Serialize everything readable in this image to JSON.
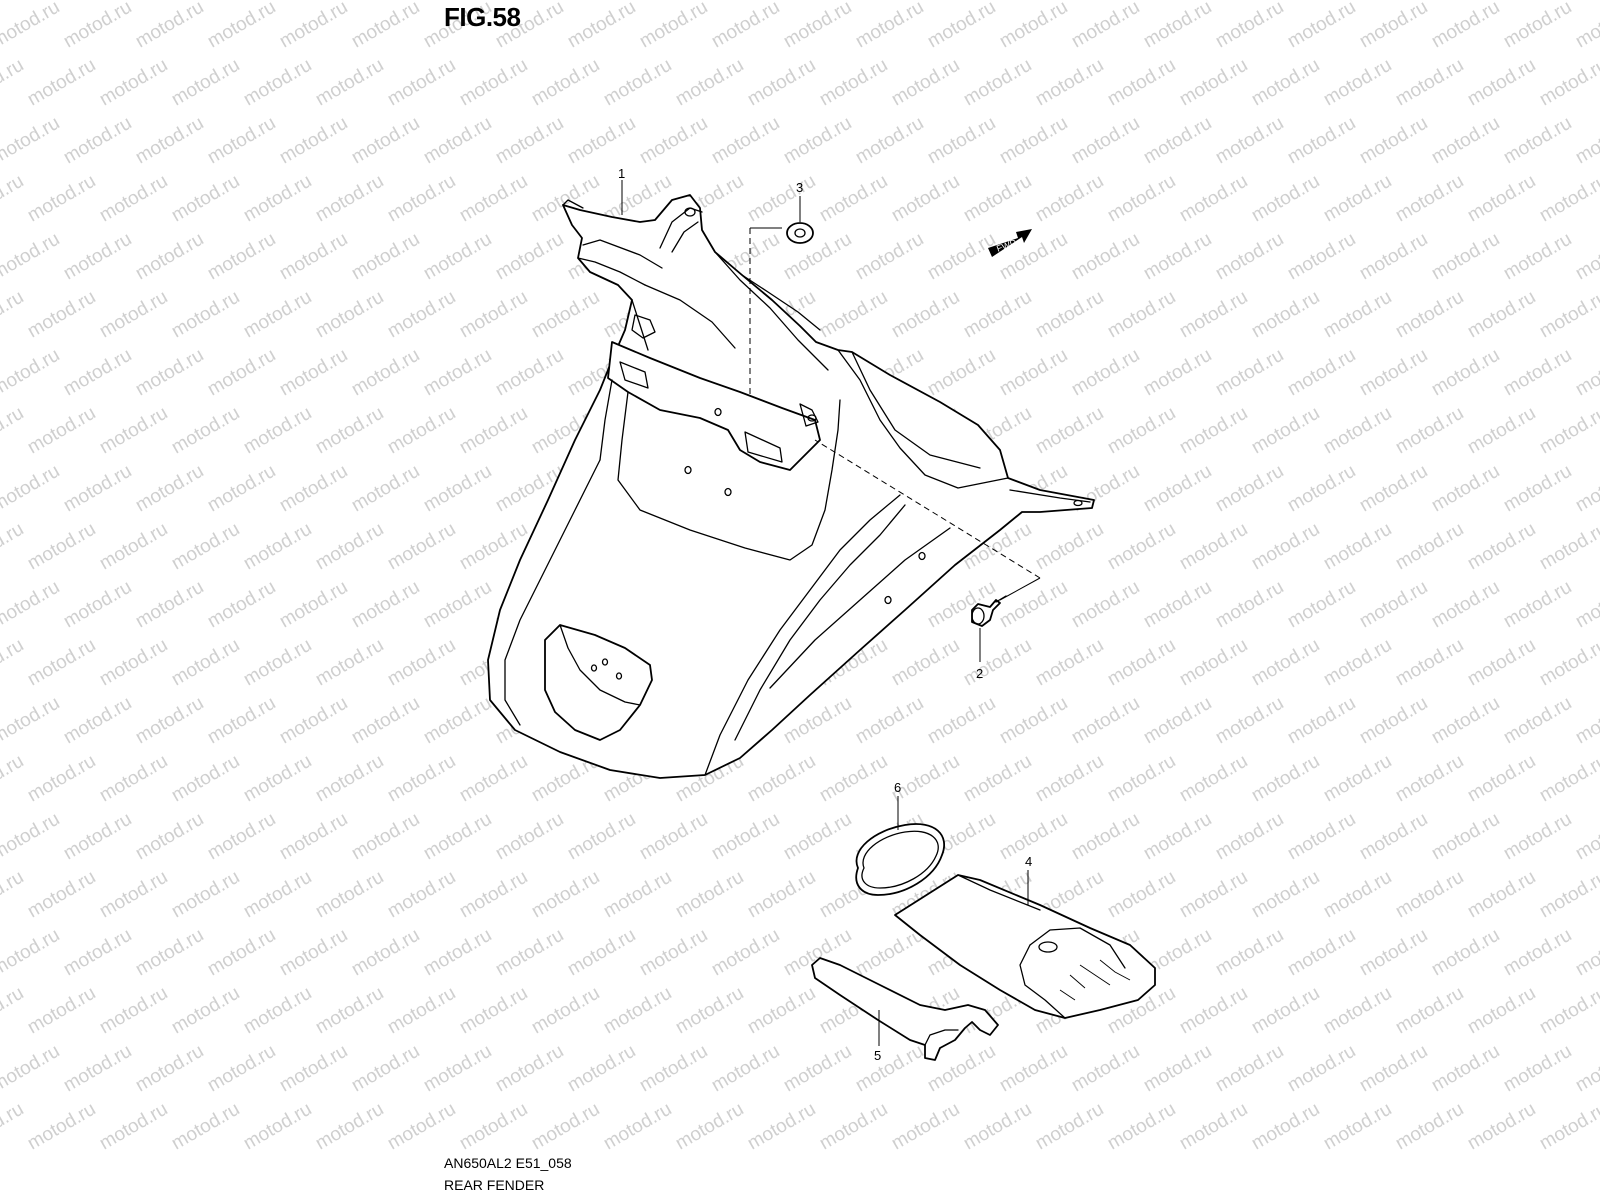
{
  "figure": {
    "title": "FIG.58",
    "diagram_code": "AN650AL2 E51_058",
    "name": "REAR FENDER"
  },
  "callouts": [
    {
      "id": "callout-1",
      "label": "1"
    },
    {
      "id": "callout-2",
      "label": "2"
    },
    {
      "id": "callout-3",
      "label": "3"
    },
    {
      "id": "callout-4",
      "label": "4"
    },
    {
      "id": "callout-5",
      "label": "5"
    },
    {
      "id": "callout-6",
      "label": "6"
    }
  ],
  "direction_arrow": {
    "label": "FWD"
  },
  "watermark": {
    "text": "motod.ru",
    "color": "#cfcfcf"
  }
}
